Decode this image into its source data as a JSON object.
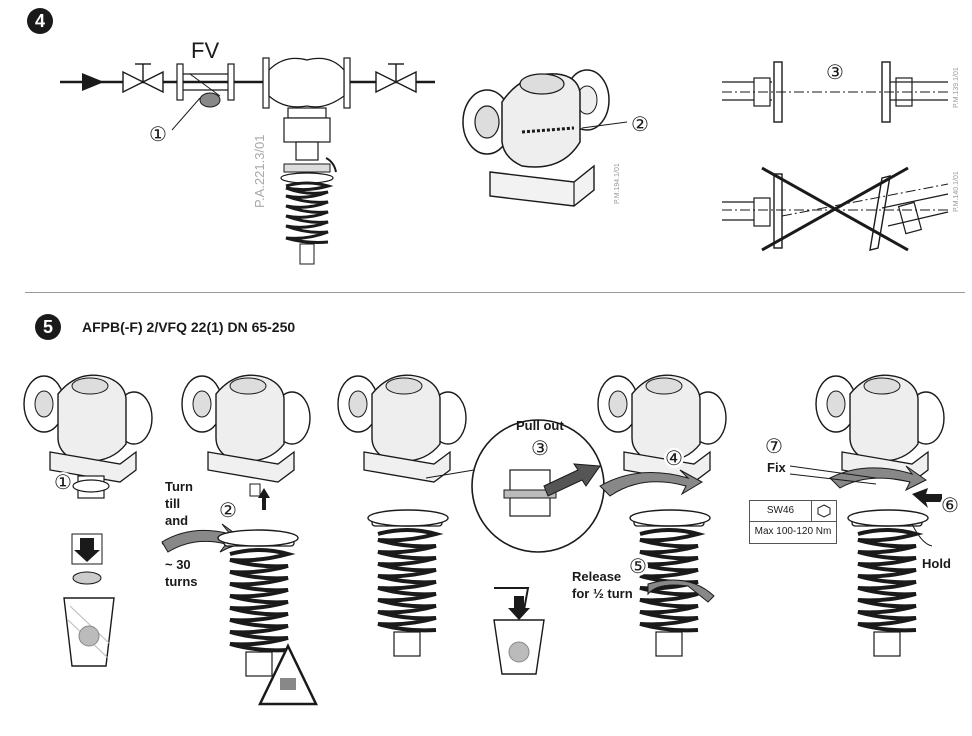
{
  "section4": {
    "number": "4",
    "fv_label": "FV",
    "callout_1": "①",
    "callout_2": "②",
    "callout_3": "③",
    "ref_schematic": "P.A.221.3/01",
    "ref_valve": "P.M.194.1/01",
    "ref_flange_ok": "P.M.139.1/01",
    "ref_flange_bad": "P.M.140.1/01"
  },
  "section5": {
    "number": "5",
    "title": "AFPB(-F) 2/VFQ 22(1) DN 65-250",
    "steps": {
      "s1": "①",
      "s2": "②",
      "s3": "③",
      "s4": "④",
      "s5": "⑤",
      "s6": "⑥",
      "s7": "⑦"
    },
    "labels": {
      "turn_till_and": "Turn\ntill\nand",
      "turns": "~ 30\nturns",
      "pull_out": "Pull out",
      "release": "Release\nfor ½ turn",
      "fix": "Fix",
      "hold": "Hold"
    },
    "torque_box": {
      "wrench_size": "SW46",
      "torque": "Max 100-120 Nm"
    }
  },
  "icons": [
    "arrow-icon",
    "gate-valve-icon",
    "strainer-icon",
    "recycle-bin-icon",
    "warning-triangle-icon",
    "hex-nut-icon",
    "rotation-arrow-icon",
    "hand-icon"
  ]
}
